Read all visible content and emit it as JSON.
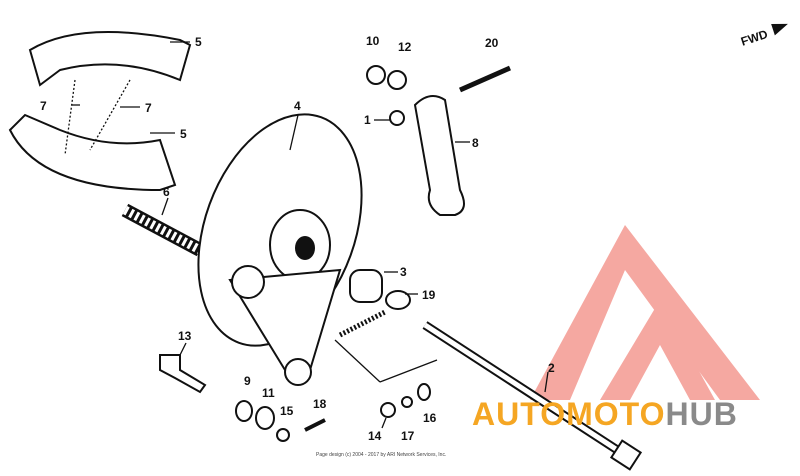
{
  "labels": {
    "p1": "1",
    "p2": "2",
    "p3": "3",
    "p4": "4",
    "p5a": "5",
    "p5b": "5",
    "p6": "6",
    "p7a": "7",
    "p7b": "7",
    "p8": "8",
    "p9": "9",
    "p10": "10",
    "p11": "11",
    "p12": "12",
    "p13": "13",
    "p14": "14",
    "p15": "15",
    "p16": "16",
    "p17": "17",
    "p18": "18",
    "p19": "19",
    "p20": "20"
  },
  "fwd": "FWD",
  "copyright": "Page design (c) 2004 - 2017 by ARI Network Services, Inc.",
  "watermark": {
    "part1": "AUTO",
    "part2": "MOTO",
    "part3": "HUB",
    "color_orange": "#f5a623",
    "color_gray": "#8a8a8a",
    "logo_color": "#f28b82"
  }
}
